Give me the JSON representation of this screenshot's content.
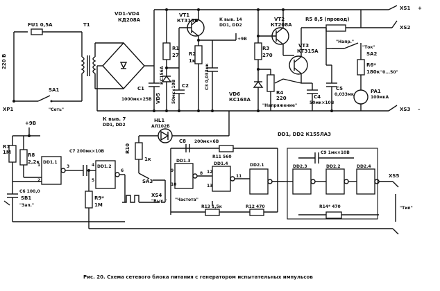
{
  "caption": "Рис. 20. Схема сетевого блока питания с генератором испытательных импульсов",
  "labels": {
    "fu1": "FU1 0,5А",
    "t1": "T1",
    "v220": "220 В",
    "xp1": "XP1",
    "sa1": "SA1",
    "sa1_name": "\"Сеть\"",
    "vd1": "VD1–VD4",
    "vd1_type": "КД208А",
    "c1": "C1",
    "c1_val": "1000мк×25В",
    "c2": "C2",
    "c2_val": "50мк×10В",
    "vd5": "VD5",
    "vd5_type": "КС156А",
    "r1": "R1",
    "r1_val": "27",
    "r2": "R2",
    "r2_val": "1к",
    "c3": "C3 0,033мк",
    "vt1": "VT1",
    "vt1_type": "КТ315Б",
    "to_out": "К выв. 14",
    "to_chips": "DD1, DD2",
    "plus9": "+9В",
    "vt2": "VT2",
    "vt2_type": "КТ208А",
    "vt3": "VT3",
    "vt3_type": "КТ315А",
    "r3": "R3",
    "r3_val": "270",
    "vd6": "VD6",
    "vd6_type": "КС168А",
    "r4": "R4",
    "r4_val": "220",
    "r4_note": "\"Напряжение\"",
    "r5": "R5 8,5 (провод)",
    "c4": "C4",
    "c4_val": "50мк×10В",
    "c5": "C5",
    "c5_val": "0,033мк",
    "sa2": "SA2",
    "sa2_note": "\"Напр.\"",
    "sa2_note2": "\"Ток\"",
    "r6": "R6*",
    "r6_val": "180к",
    "pa1": "PA1",
    "pa1_val": "100мкА",
    "pa1_scale": "\"0...50\"",
    "xs1": "XS1",
    "xs2": "XS2",
    "xs3": "XS3",
    "plus_sign": "+",
    "minus_sign": "–",
    "to_pin7": "К выв. 7",
    "to_pin7b": "DD1, DD2",
    "plus5": "+9В",
    "hl1": "HL1",
    "hl1_type": "АЛ102Б",
    "r7": "R7",
    "r7_val": "1М",
    "r8": "R8",
    "r8_val": "2,2к",
    "c6": "C6 100,0",
    "sb1": "SB1",
    "sb1_note": "\"Зап.\"",
    "dd11": "DD1.1",
    "dd12": "DD1.2",
    "c7": "C7 200мк×10В",
    "r9": "R9*",
    "r9_val": "1М",
    "r10": "R10",
    "r10_val": "1к",
    "sa3": "SA3",
    "xs4": "XS4",
    "xs4_note": "\"Вых.\"",
    "c8": "C8",
    "c8_val": "200мк×6В",
    "dd13": "DD1.3",
    "dd14": "DD1.4",
    "dd21": "DD2.1",
    "r11": "R11 560",
    "r12": "R12 470",
    "r13": "R13 1,5к",
    "freq": "\"Частота\"",
    "dd_types": "DD1, DD2 К155ЛА3",
    "c9": "C9 1мк×10В",
    "dd22": "DD2.2",
    "dd23": "DD2.3",
    "dd24": "DD2.4",
    "r14": "R14* 470",
    "xs5": "XS5",
    "xs5_note": "\"Тип\"",
    "pin1": "1",
    "pin2": "2",
    "pin3": "3",
    "pin4": "4",
    "pin5": "5",
    "pin6": "6",
    "pin8": "8",
    "pin9": "9",
    "pin10": "10",
    "pin11": "11",
    "pin12": "12",
    "pin13": "13"
  }
}
